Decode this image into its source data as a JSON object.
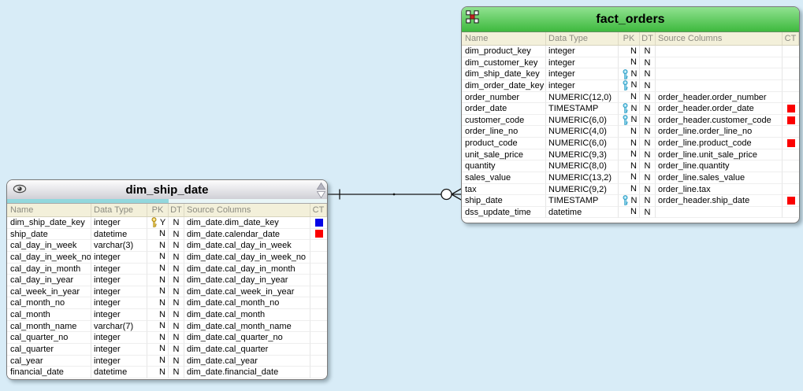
{
  "colors": {
    "canvas_bg": "#d8ecf7",
    "fact_header_top": "#90e290",
    "fact_header_bottom": "#3eb93e",
    "dim_header_top": "#fdfdfd",
    "dim_header_bottom": "#cfcfd6",
    "progress_fill": "#92d8dd",
    "progress_rest": "#e9f6f7",
    "colhead_bg": "#f3f0da",
    "colhead_text": "#8b8b80",
    "ct_red": "#fb0000",
    "ct_blue": "#0505e6",
    "key_cyan_fill": "#8fd8ef",
    "key_cyan_stroke": "#2e9cc3",
    "key_yellow_fill": "#f3d253",
    "key_yellow_stroke": "#a8861e"
  },
  "column_headers": [
    "Name",
    "Data Type",
    "PK",
    "DT",
    "Source Columns",
    "CT"
  ],
  "tables": [
    {
      "name": "fact_orders",
      "kind": "fact",
      "rows": [
        {
          "name": "dim_product_key",
          "type": "integer",
          "key": "",
          "pk": "N",
          "dt": "N",
          "source": "",
          "ct": ""
        },
        {
          "name": "dim_customer_key",
          "type": "integer",
          "key": "",
          "pk": "N",
          "dt": "N",
          "source": "",
          "ct": ""
        },
        {
          "name": "dim_ship_date_key",
          "type": "integer",
          "key": "cyan",
          "pk": "N",
          "dt": "N",
          "source": "",
          "ct": ""
        },
        {
          "name": "dim_order_date_key",
          "type": "integer",
          "key": "cyan",
          "pk": "N",
          "dt": "N",
          "source": "",
          "ct": ""
        },
        {
          "name": "order_number",
          "type": "NUMERIC(12,0)",
          "key": "",
          "pk": "N",
          "dt": "N",
          "source": "order_header.order_number",
          "ct": ""
        },
        {
          "name": "order_date",
          "type": "TIMESTAMP",
          "key": "cyan",
          "pk": "N",
          "dt": "N",
          "source": "order_header.order_date",
          "ct": "red"
        },
        {
          "name": "customer_code",
          "type": "NUMERIC(6,0)",
          "key": "cyan",
          "pk": "N",
          "dt": "N",
          "source": "order_header.customer_code",
          "ct": "red"
        },
        {
          "name": "order_line_no",
          "type": "NUMERIC(4,0)",
          "key": "",
          "pk": "N",
          "dt": "N",
          "source": "order_line.order_line_no",
          "ct": ""
        },
        {
          "name": "product_code",
          "type": "NUMERIC(6,0)",
          "key": "",
          "pk": "N",
          "dt": "N",
          "source": "order_line.product_code",
          "ct": "red"
        },
        {
          "name": "unit_sale_price",
          "type": "NUMERIC(9,3)",
          "key": "",
          "pk": "N",
          "dt": "N",
          "source": "order_line.unit_sale_price",
          "ct": ""
        },
        {
          "name": "quantity",
          "type": "NUMERIC(8,0)",
          "key": "",
          "pk": "N",
          "dt": "N",
          "source": "order_line.quantity",
          "ct": ""
        },
        {
          "name": "sales_value",
          "type": "NUMERIC(13,2)",
          "key": "",
          "pk": "N",
          "dt": "N",
          "source": "order_line.sales_value",
          "ct": ""
        },
        {
          "name": "tax",
          "type": "NUMERIC(9,2)",
          "key": "",
          "pk": "N",
          "dt": "N",
          "source": "order_line.tax",
          "ct": ""
        },
        {
          "name": "ship_date",
          "type": "TIMESTAMP",
          "key": "cyan",
          "pk": "N",
          "dt": "N",
          "source": "order_header.ship_date",
          "ct": "red"
        },
        {
          "name": "dss_update_time",
          "type": "datetime",
          "key": "",
          "pk": "N",
          "dt": "N",
          "source": "",
          "ct": ""
        }
      ]
    },
    {
      "name": "dim_ship_date",
      "kind": "dim",
      "rows": [
        {
          "name": "dim_ship_date_key",
          "type": "integer",
          "key": "yellow",
          "pk": "Y",
          "dt": "N",
          "source": "dim_date.dim_date_key",
          "ct": "blue"
        },
        {
          "name": "ship_date",
          "type": "datetime",
          "key": "",
          "pk": "N",
          "dt": "N",
          "source": "dim_date.calendar_date",
          "ct": "red"
        },
        {
          "name": "cal_day_in_week",
          "type": "varchar(3)",
          "key": "",
          "pk": "N",
          "dt": "N",
          "source": "dim_date.cal_day_in_week",
          "ct": ""
        },
        {
          "name": "cal_day_in_week_no",
          "type": "integer",
          "key": "",
          "pk": "N",
          "dt": "N",
          "source": "dim_date.cal_day_in_week_no",
          "ct": ""
        },
        {
          "name": "cal_day_in_month",
          "type": "integer",
          "key": "",
          "pk": "N",
          "dt": "N",
          "source": "dim_date.cal_day_in_month",
          "ct": ""
        },
        {
          "name": "cal_day_in_year",
          "type": "integer",
          "key": "",
          "pk": "N",
          "dt": "N",
          "source": "dim_date.cal_day_in_year",
          "ct": ""
        },
        {
          "name": "cal_week_in_year",
          "type": "integer",
          "key": "",
          "pk": "N",
          "dt": "N",
          "source": "dim_date.cal_week_in_year",
          "ct": ""
        },
        {
          "name": "cal_month_no",
          "type": "integer",
          "key": "",
          "pk": "N",
          "dt": "N",
          "source": "dim_date.cal_month_no",
          "ct": ""
        },
        {
          "name": "cal_month",
          "type": "integer",
          "key": "",
          "pk": "N",
          "dt": "N",
          "source": "dim_date.cal_month",
          "ct": ""
        },
        {
          "name": "cal_month_name",
          "type": "varchar(7)",
          "key": "",
          "pk": "N",
          "dt": "N",
          "source": "dim_date.cal_month_name",
          "ct": ""
        },
        {
          "name": "cal_quarter_no",
          "type": "integer",
          "key": "",
          "pk": "N",
          "dt": "N",
          "source": "dim_date.cal_quarter_no",
          "ct": ""
        },
        {
          "name": "cal_quarter",
          "type": "integer",
          "key": "",
          "pk": "N",
          "dt": "N",
          "source": "dim_date.cal_quarter",
          "ct": ""
        },
        {
          "name": "cal_year",
          "type": "integer",
          "key": "",
          "pk": "N",
          "dt": "N",
          "source": "dim_date.cal_year",
          "ct": ""
        },
        {
          "name": "financial_date",
          "type": "datetime",
          "key": "",
          "pk": "N",
          "dt": "N",
          "source": "dim_date.financial_date",
          "ct": ""
        }
      ]
    }
  ],
  "relationship": {
    "from_table": "dim_ship_date",
    "to_table": "fact_orders",
    "cardinality": "one-to-zero-or-many"
  }
}
